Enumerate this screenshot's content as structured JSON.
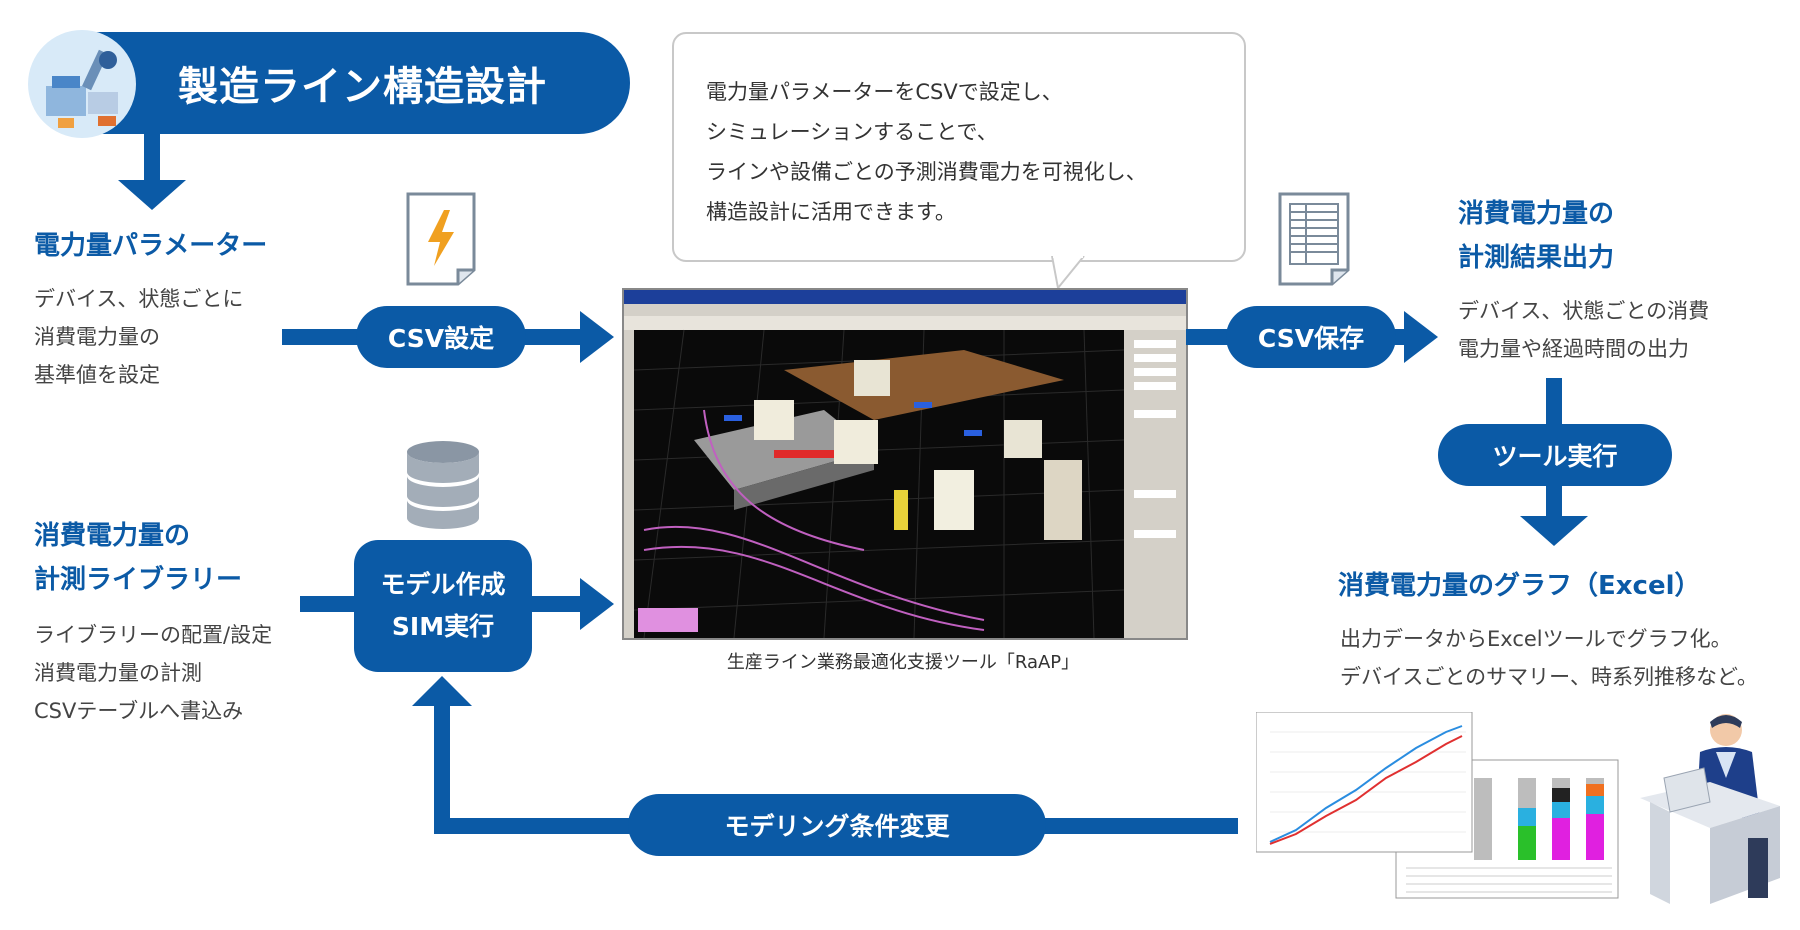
{
  "title": "製造ライン構造設計",
  "left_top": {
    "heading": "電力量パラメーター",
    "lines": [
      "デバイス、状態ごとに",
      "消費電力量の",
      "基準値を設定"
    ]
  },
  "left_bottom": {
    "heading_lines": [
      "消費電力量の",
      "計測ライブラリー"
    ],
    "lines": [
      "ライブラリーの配置/設定",
      "消費電力量の計測",
      "CSVテーブルへ書込み"
    ]
  },
  "pills": {
    "csv_setting": "CSV設定",
    "model_line1": "モデル作成",
    "model_line2": "SIM実行",
    "csv_save": "CSV保存",
    "tool_exec": "ツール実行",
    "modeling": "モデリング条件変更"
  },
  "bubble_lines": [
    "電力量パラメーターをCSVで設定し、",
    "シミュレーションすることで、",
    "ラインや設備ごとの予測消費電力を可視化し、",
    "構造設計に活用できます。"
  ],
  "screenshot_caption": "生産ライン業務最適化支援ツール「RaAP」",
  "right_top": {
    "heading_lines": [
      "消費電力量の",
      "計測結果出力"
    ],
    "lines": [
      "デバイス、状態ごとの消費",
      "電力量や経過時間の出力"
    ]
  },
  "right_bottom": {
    "heading": "消費電力量のグラフ（Excel）",
    "lines": [
      "出力データからExcelツールでグラフ化。",
      "デバイスごとのサマリー、時系列推移など。"
    ]
  },
  "colors": {
    "brand_blue": "#0b5aa6",
    "bolt_orange": "#f0a020",
    "line_red": "#e03030",
    "line_blue": "#2a8de0"
  },
  "icons": [
    "factory-robot-icon",
    "csv-bolt-document-icon",
    "database-icon",
    "table-document-icon",
    "worker-at-desk-icon"
  ]
}
